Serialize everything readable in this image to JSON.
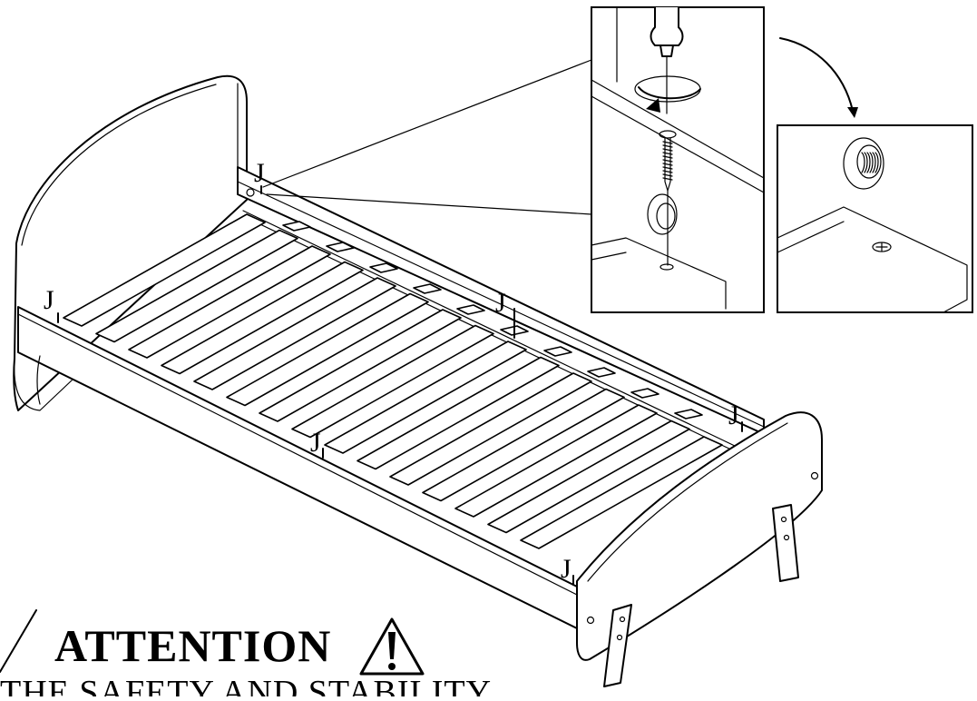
{
  "diagram": {
    "part_labels": [
      "J",
      "J",
      "J",
      "J",
      "J",
      "J"
    ],
    "warning": {
      "title": "ATTENTION",
      "subtitle": "THE SAFETY AND STABILITY",
      "icon": "warning-triangle-icon"
    },
    "detail_views": [
      "screw-insertion-detail",
      "screw-flush-result-detail"
    ],
    "colors": {
      "line": "#000000",
      "background": "#ffffff"
    }
  }
}
